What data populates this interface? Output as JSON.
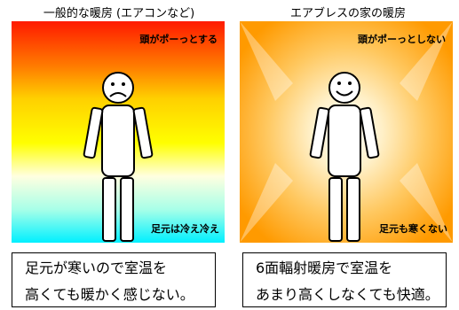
{
  "left": {
    "title": "一般的な暖房 (エアコンなど)",
    "top_note": "頭がポーっとする",
    "bottom_note": "足元は冷え冷え",
    "face": "sad",
    "caption": [
      "足元が寒いので室温を",
      "高くても暖かく感じない。"
    ]
  },
  "right": {
    "title": "エアブレスの家の暖房",
    "top_note": "頭がポーっとしない",
    "bottom_note": "足元も寒くない",
    "face": "happy",
    "caption": [
      "6面輻射暖房で室温を",
      "あまり高くしなくても快適。"
    ]
  }
}
